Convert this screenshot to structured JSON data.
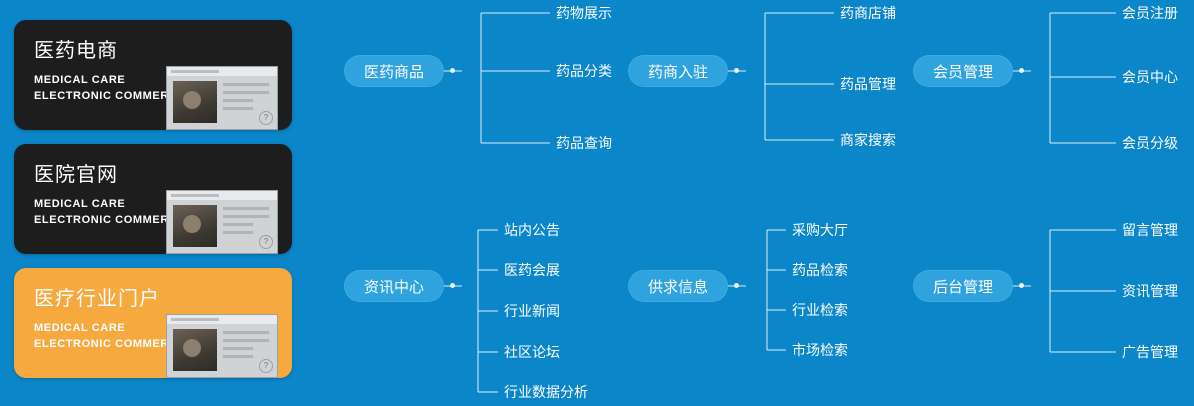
{
  "cards": [
    {
      "title": "医药电商",
      "sub_line1": "MEDICAL CARE",
      "sub_line2": "ELECTRONIC COMMERCE",
      "theme": "dark",
      "badge": "?"
    },
    {
      "title": "医院官网",
      "sub_line1": "MEDICAL CARE",
      "sub_line2": "ELECTRONIC COMMERCE",
      "theme": "dark",
      "badge": "?"
    },
    {
      "title": "医疗行业门户",
      "sub_line1": "MEDICAL CARE",
      "sub_line2": "ELECTRONIC COMMERCE",
      "theme": "orange",
      "badge": "?"
    }
  ],
  "colors": {
    "background": "#0b86c9",
    "pill": "#2fa3de",
    "card_dark": "#1d1d1d",
    "card_orange": "#f5a93f",
    "text": "#ffffff"
  },
  "map": {
    "branches": [
      {
        "name": "医药商品",
        "children": [
          "药物展示",
          "药品分类",
          "药品查询"
        ]
      },
      {
        "name": "药商入驻",
        "children": [
          "药商店铺",
          "药品管理",
          "商家搜索"
        ]
      },
      {
        "name": "会员管理",
        "children": [
          "会员注册",
          "会员中心",
          "会员分级"
        ]
      },
      {
        "name": "资讯中心",
        "children": [
          "站内公告",
          "医药会展",
          "行业新闻",
          "社区论坛",
          "行业数据分析"
        ]
      },
      {
        "name": "供求信息",
        "children": [
          "采购大厅",
          "药品检索",
          "行业检索",
          "市场检索"
        ]
      },
      {
        "name": "后台管理",
        "children": [
          "留言管理",
          "资讯管理",
          "广告管理"
        ]
      }
    ]
  }
}
